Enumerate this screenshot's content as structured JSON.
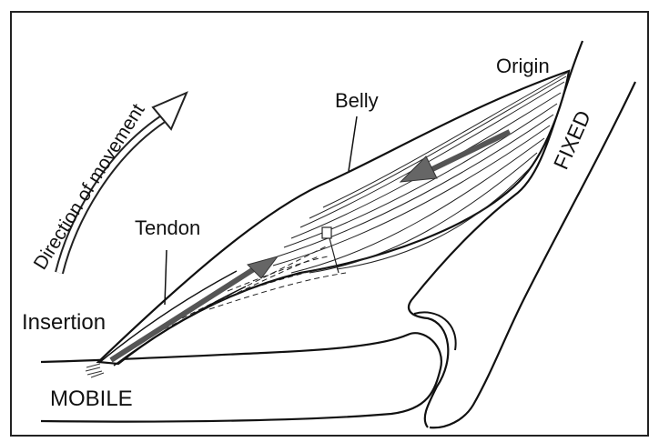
{
  "labels": {
    "origin": "Origin",
    "belly": "Belly",
    "fixed": "FIXED",
    "tendon": "Tendon",
    "insertion": "Insertion",
    "mobile": "MOBILE",
    "direction": "Direction of movement"
  }
}
